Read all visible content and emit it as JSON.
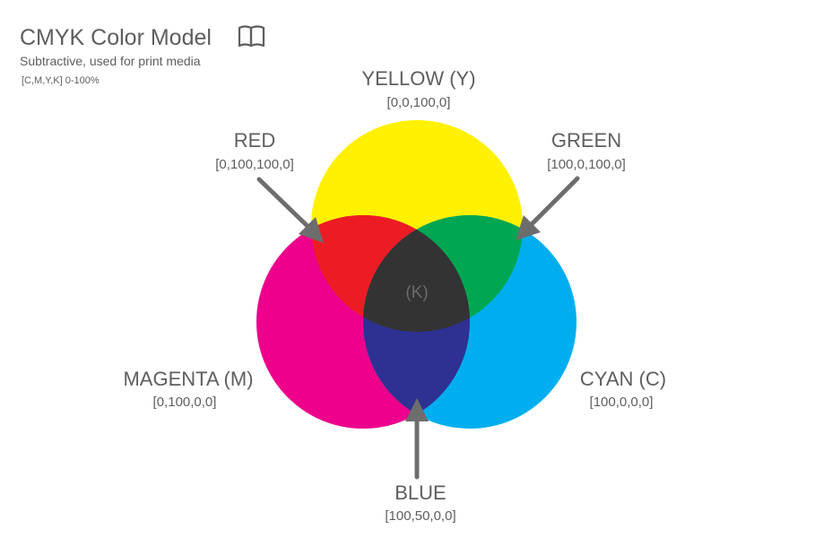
{
  "header": {
    "title": "CMYK Color Model",
    "subtitle": "Subtractive, used for print media",
    "range_note": "[C,M,Y,K] 0-100%",
    "title_icon": "open-book-icon"
  },
  "colors": {
    "yellow": "#fff100",
    "magenta": "#ec008c",
    "cyan": "#00aeef",
    "red": "#ed1c24",
    "green": "#00a651",
    "blue": "#2e3192",
    "key_black": "#333333",
    "text": "#5e5e5e",
    "arrow": "#6d6d6d"
  },
  "circles": {
    "yellow": {
      "name": "YELLOW (Y)",
      "code": "[0,0,100,0]"
    },
    "magenta": {
      "name": "MAGENTA (M)",
      "code": "[0,100,0,0]"
    },
    "cyan": {
      "name": "CYAN (C)",
      "code": "[100,0,0,0]"
    }
  },
  "overlaps": {
    "red": {
      "name": "RED",
      "code": "[0,100,100,0]"
    },
    "green": {
      "name": "GREEN",
      "code": "[100,0,100,0]"
    },
    "blue": {
      "name": "BLUE",
      "code": "[100,50,0,0]"
    },
    "key": {
      "name": "(K)"
    }
  }
}
